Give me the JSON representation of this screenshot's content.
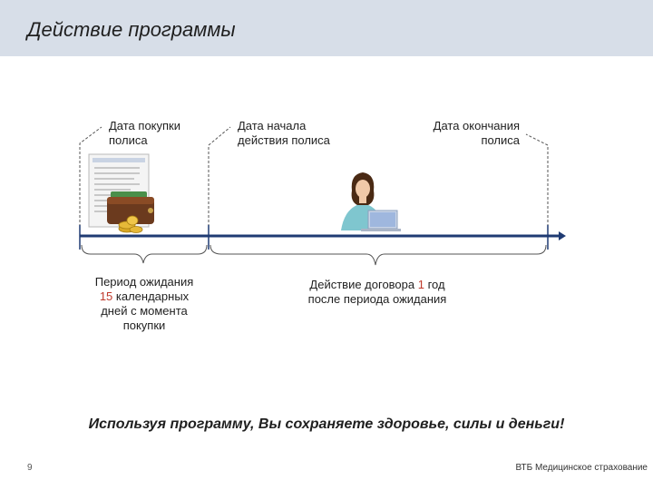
{
  "header": {
    "title": "Действие программы"
  },
  "labels": {
    "purchase_date": [
      "Дата покупки",
      "полиса"
    ],
    "start_date": [
      "Дата начала",
      "действия полиса"
    ],
    "end_date": [
      "Дата окончания",
      "полиса"
    ]
  },
  "waiting": {
    "line1": "Период ожидания",
    "days": "15",
    "line2_rest": " календарных",
    "line3": "дней с момента",
    "line4": "покупки"
  },
  "validity": {
    "line1_pre": "Действие договора ",
    "years": "1",
    "line1_post": " год",
    "line2": "после периода ожидания"
  },
  "slogan": "Используя программу, Вы сохраняете здоровье, силы и деньги!",
  "footer": {
    "page": "9",
    "brand": "ВТБ Медицинское страхование"
  },
  "colors": {
    "header_bg": "#d7dee8",
    "timeline": "#1f3b73",
    "accent": "#c0392b"
  },
  "icons": [
    "document-icon",
    "wallet-icon",
    "coins-icon",
    "woman-laptop-icon"
  ]
}
